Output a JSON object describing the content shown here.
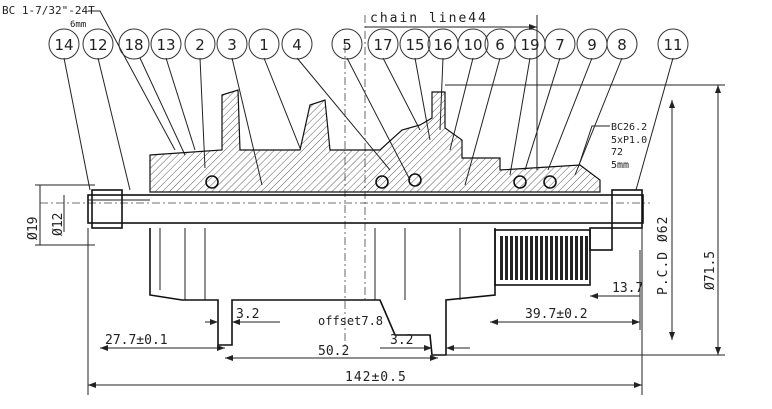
{
  "notes": {
    "thread_spec": "BC 1-7/32\"-24T",
    "thread_depth": "6mm",
    "freehub_spec": [
      "BC26.2",
      "5xP1.0",
      "72",
      "5mm"
    ]
  },
  "part_balloons": [
    "14",
    "12",
    "18",
    "13",
    "2",
    "3",
    "1",
    "4",
    "5",
    "17",
    "15",
    "16",
    "10",
    "6",
    "19",
    "7",
    "9",
    "8",
    "11"
  ],
  "dimensions": {
    "chain_line": "chain line44",
    "axle_dia_outer": "Ø19",
    "axle_dia_inner": "Ø12",
    "pcd": "P.C.D Ø62",
    "flange_dia": "Ø71.5",
    "freehub_step": "13.7",
    "freehub_length": "39.7±0.2",
    "flange_thickness_left": "3.2",
    "offset": "offset7.8",
    "left_to_flange": "27.7±0.1",
    "flange_spacing": "50.2",
    "flange_thickness_right": "3.2",
    "overall_width": "142±0.5"
  }
}
